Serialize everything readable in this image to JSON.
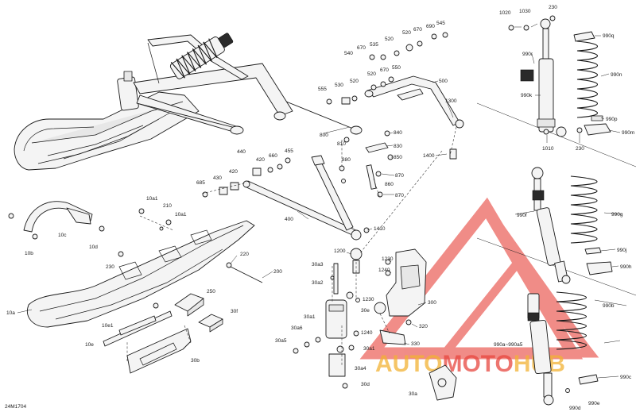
{
  "diagram": {
    "code": "24M1704",
    "watermark": {
      "brand": "AUTOMOTOHUB",
      "part_auto": "AUTO",
      "part_moto": "MOTO",
      "part_hub": "HUB",
      "color_primary": "#e8473f",
      "color_secondary": "#f2b233"
    },
    "labels": {
      "p1020": "1020",
      "p1030": "1030",
      "p230a": "230",
      "p990q": "990q",
      "p990r": "990r",
      "p990n": "990n",
      "p990k": "990k",
      "p990p": "990p",
      "p990m": "990m",
      "p1010": "1010",
      "p230b": "230",
      "p545": "545",
      "p690": "690",
      "p670a": "670",
      "p520a": "520",
      "p520b": "520",
      "p535": "535",
      "p540": "540",
      "p670b": "670",
      "p520c": "520",
      "p670c": "670",
      "p550": "550",
      "p500": "500",
      "p555": "555",
      "p530": "530",
      "p520d": "520",
      "p1300": "1300",
      "p800": "800",
      "p810": "810",
      "p840": "840",
      "p830": "830",
      "p850": "850",
      "p1400": "1400",
      "p880": "880",
      "p870a": "870",
      "p860": "860",
      "p870b": "870",
      "p440": "440",
      "p660": "660",
      "p455": "455",
      "p420a": "420",
      "p420b": "420",
      "p430": "430",
      "p685": "685",
      "p10a1a": "10a1",
      "p210": "210",
      "p10a1b": "10a1",
      "p400": "400",
      "p1410": "1410",
      "p10c": "10c",
      "p10b": "10b",
      "p10d": "10d",
      "p220": "220",
      "p230c": "230",
      "p200": "200",
      "p1200": "1200",
      "p1230a": "1230",
      "p1240a": "1240",
      "p30a3": "30a3",
      "p30a2": "30a2",
      "p1230b": "1230",
      "p300": "300",
      "p30e": "30e",
      "p320": "320",
      "p330": "330",
      "p1240b": "1240",
      "p10a": "10a",
      "p250": "250",
      "p30f": "30f",
      "p10e1": "10e1",
      "p10e": "10e",
      "p30a1a": "30a1",
      "p30a6": "30a6",
      "p30a5": "30a5",
      "p30a1b": "30a1",
      "p30a4": "30a4",
      "p30b": "30b",
      "p30d": "30d",
      "p30a": "30a",
      "p990f": "990f",
      "p990g": "990g",
      "p990j": "990j",
      "p990h": "990h",
      "p990b": "990b",
      "p990a_990a5": "990a~990a5",
      "p990c": "990c",
      "p990d": "990d",
      "p990e": "990e"
    }
  }
}
